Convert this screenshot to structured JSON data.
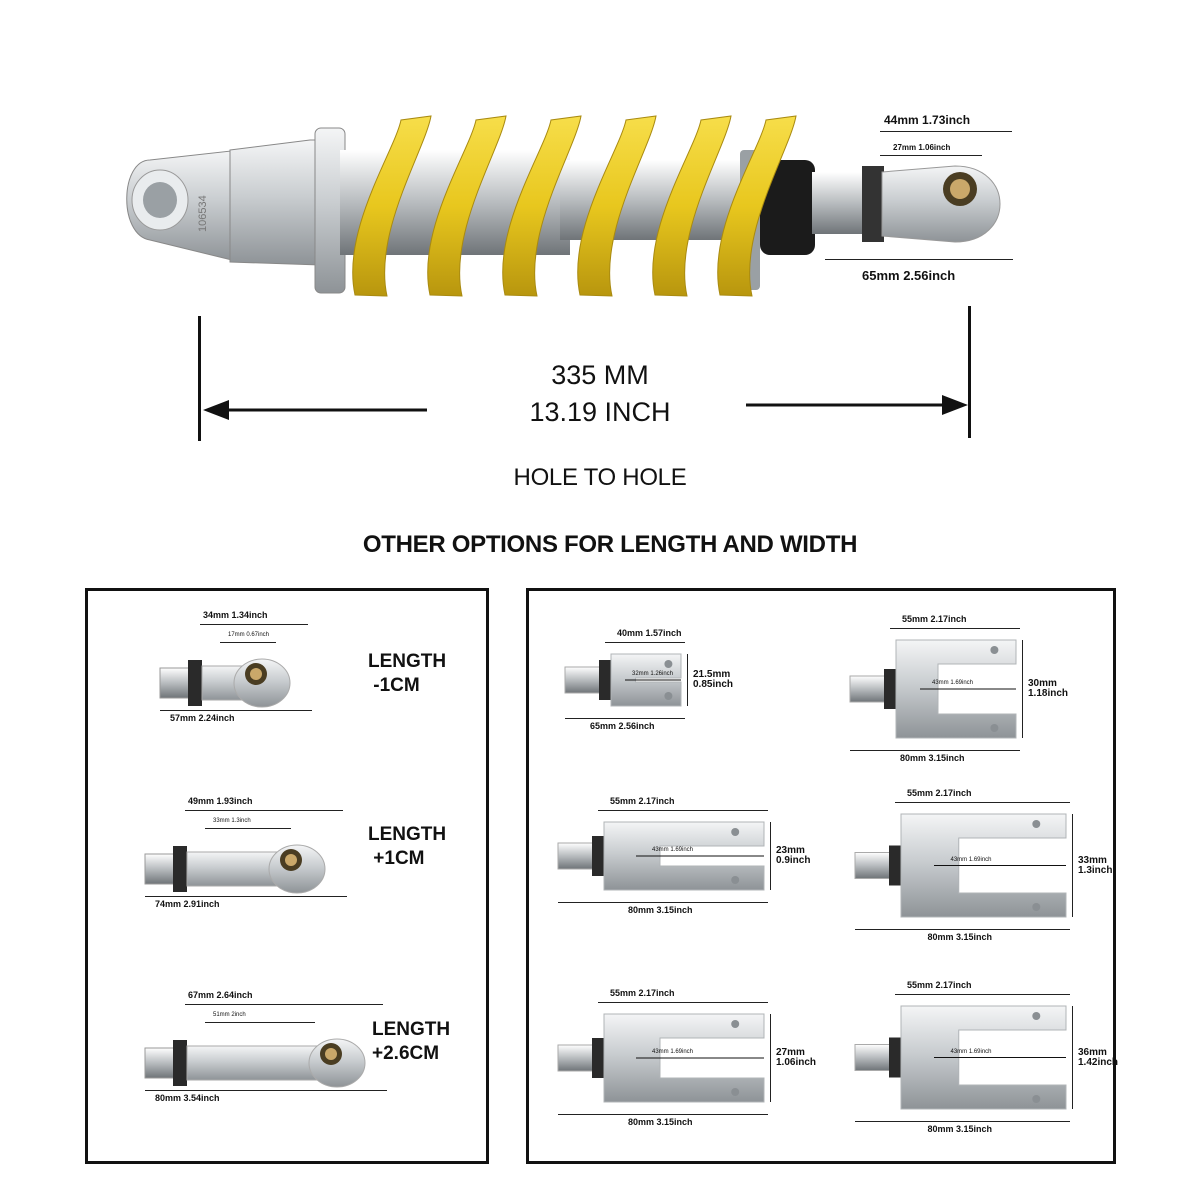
{
  "main": {
    "dimension_total_mm": "335 MM",
    "dimension_total_inch": "13.19 INCH",
    "hole_to_hole": "HOLE TO HOLE",
    "end_outer_width": "44mm 1.73inch",
    "end_inner_width": "27mm  1.06inch",
    "end_length": "65mm  2.56inch",
    "serial": "106534"
  },
  "options_title": "OTHER OPTIONS FOR LENGTH AND WIDTH",
  "left_options": [
    {
      "top": "34mm 1.34inch",
      "inner": "17mm  0.67inch",
      "bottom": "57mm  2.24inch",
      "label": "LENGTH\n -1CM"
    },
    {
      "top": "49mm 1.93inch",
      "inner": "33mm  1.3inch",
      "bottom": "74mm  2.91inch",
      "label": "LENGTH\n +1CM"
    },
    {
      "top": "67mm 2.64inch",
      "inner": "51mm  2inch",
      "bottom": "80mm  3.54inch",
      "label": "LENGTH\n+2.6CM"
    }
  ],
  "right_options": [
    {
      "top": "40mm 1.57inch",
      "inner": "32mm 1.26inch",
      "side": "21.5mm\n0.85inch",
      "bottom": "65mm  2.56inch"
    },
    {
      "top": "55mm 2.17inch",
      "inner": "43mm  1.69inch",
      "side": "30mm\n1.18inch",
      "bottom": "80mm  3.15inch"
    },
    {
      "top": "55mm 2.17inch",
      "inner": "43mm  1.69inch",
      "side": "23mm\n0.9inch",
      "bottom": "80mm  3.15inch"
    },
    {
      "top": "55mm 2.17inch",
      "inner": "43mm  1.69inch",
      "side": "33mm\n1.3inch",
      "bottom": "80mm  3.15inch"
    },
    {
      "top": "55mm 2.17inch",
      "inner": "43mm  1.69inch",
      "side": "27mm\n1.06inch",
      "bottom": "80mm  3.15inch"
    },
    {
      "top": "55mm 2.17inch",
      "inner": "43mm  1.69inch",
      "side": "36mm\n1.42inch",
      "bottom": "80mm  3.15inch"
    }
  ],
  "colors": {
    "spring": "#f2cf1f",
    "metal": "#cfd3d6",
    "black": "#1a1a1a"
  }
}
